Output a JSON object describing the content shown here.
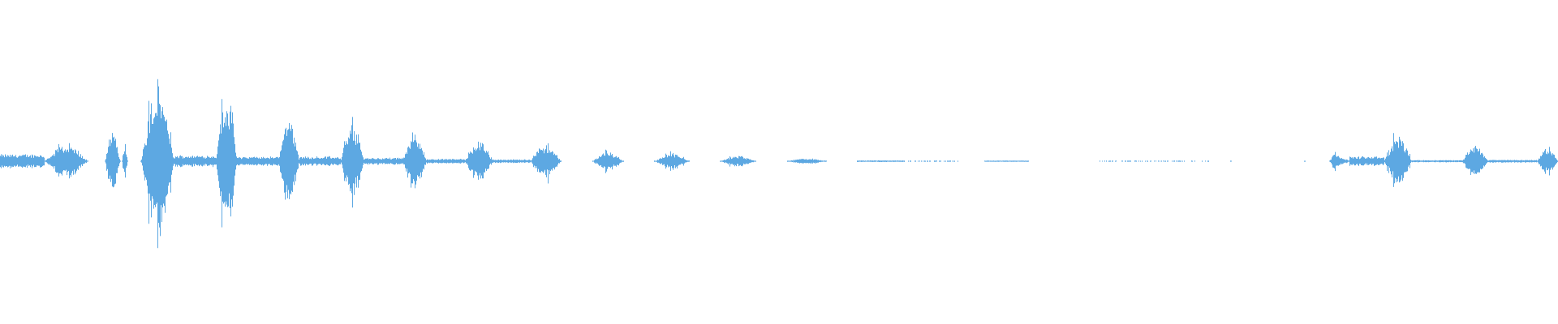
{
  "waveform": {
    "color": "#5DA8E2",
    "background": "#ffffff",
    "segments": [
      {
        "start": 0.0,
        "end": 0.028,
        "amp": 0.06,
        "shape": "flat"
      },
      {
        "start": 0.028,
        "end": 0.056,
        "amp": 0.11,
        "shape": "burst"
      },
      {
        "start": 0.067,
        "end": 0.077,
        "amp": 0.22,
        "shape": "burst"
      },
      {
        "start": 0.078,
        "end": 0.082,
        "amp": 0.13,
        "shape": "burst"
      },
      {
        "start": 0.09,
        "end": 0.112,
        "amp": 0.5,
        "shape": "burst"
      },
      {
        "start": 0.112,
        "end": 0.138,
        "amp": 0.05,
        "shape": "flat"
      },
      {
        "start": 0.138,
        "end": 0.152,
        "amp": 0.46,
        "shape": "burst"
      },
      {
        "start": 0.152,
        "end": 0.178,
        "amp": 0.04,
        "shape": "flat"
      },
      {
        "start": 0.178,
        "end": 0.192,
        "amp": 0.31,
        "shape": "burst"
      },
      {
        "start": 0.192,
        "end": 0.218,
        "amp": 0.04,
        "shape": "flat"
      },
      {
        "start": 0.218,
        "end": 0.234,
        "amp": 0.24,
        "shape": "burst"
      },
      {
        "start": 0.234,
        "end": 0.258,
        "amp": 0.03,
        "shape": "flat"
      },
      {
        "start": 0.258,
        "end": 0.274,
        "amp": 0.19,
        "shape": "burst"
      },
      {
        "start": 0.274,
        "end": 0.298,
        "amp": 0.02,
        "shape": "flat"
      },
      {
        "start": 0.298,
        "end": 0.316,
        "amp": 0.15,
        "shape": "burst"
      },
      {
        "start": 0.316,
        "end": 0.34,
        "amp": 0.015,
        "shape": "flat"
      },
      {
        "start": 0.34,
        "end": 0.36,
        "amp": 0.12,
        "shape": "burst"
      },
      {
        "start": 0.38,
        "end": 0.4,
        "amp": 0.06,
        "shape": "burst"
      },
      {
        "start": 0.42,
        "end": 0.442,
        "amp": 0.05,
        "shape": "burst"
      },
      {
        "start": 0.462,
        "end": 0.485,
        "amp": 0.035,
        "shape": "burst"
      },
      {
        "start": 0.505,
        "end": 0.53,
        "amp": 0.02,
        "shape": "burst"
      },
      {
        "start": 0.55,
        "end": 0.58,
        "amp": 0.007,
        "shape": "flat"
      },
      {
        "start": 0.583,
        "end": 0.615,
        "amp": 0.005,
        "shape": "sparse"
      },
      {
        "start": 0.632,
        "end": 0.66,
        "amp": 0.004,
        "shape": "flat"
      },
      {
        "start": 0.705,
        "end": 0.776,
        "amp": 0.004,
        "shape": "sparse"
      },
      {
        "start": 0.788,
        "end": 0.79,
        "amp": 0.003,
        "shape": "sparse"
      },
      {
        "start": 0.836,
        "end": 0.838,
        "amp": 0.003,
        "shape": "sparse"
      },
      {
        "start": 0.853,
        "end": 0.866,
        "amp": 0.07,
        "shape": "decay"
      },
      {
        "start": 0.866,
        "end": 0.888,
        "amp": 0.04,
        "shape": "flat"
      },
      {
        "start": 0.888,
        "end": 0.906,
        "amp": 0.17,
        "shape": "burst"
      },
      {
        "start": 0.906,
        "end": 0.938,
        "amp": 0.01,
        "shape": "flat"
      },
      {
        "start": 0.938,
        "end": 0.955,
        "amp": 0.11,
        "shape": "burst"
      },
      {
        "start": 0.955,
        "end": 0.986,
        "amp": 0.012,
        "shape": "flat"
      },
      {
        "start": 0.986,
        "end": 1.0,
        "amp": 0.09,
        "shape": "burst"
      }
    ]
  }
}
